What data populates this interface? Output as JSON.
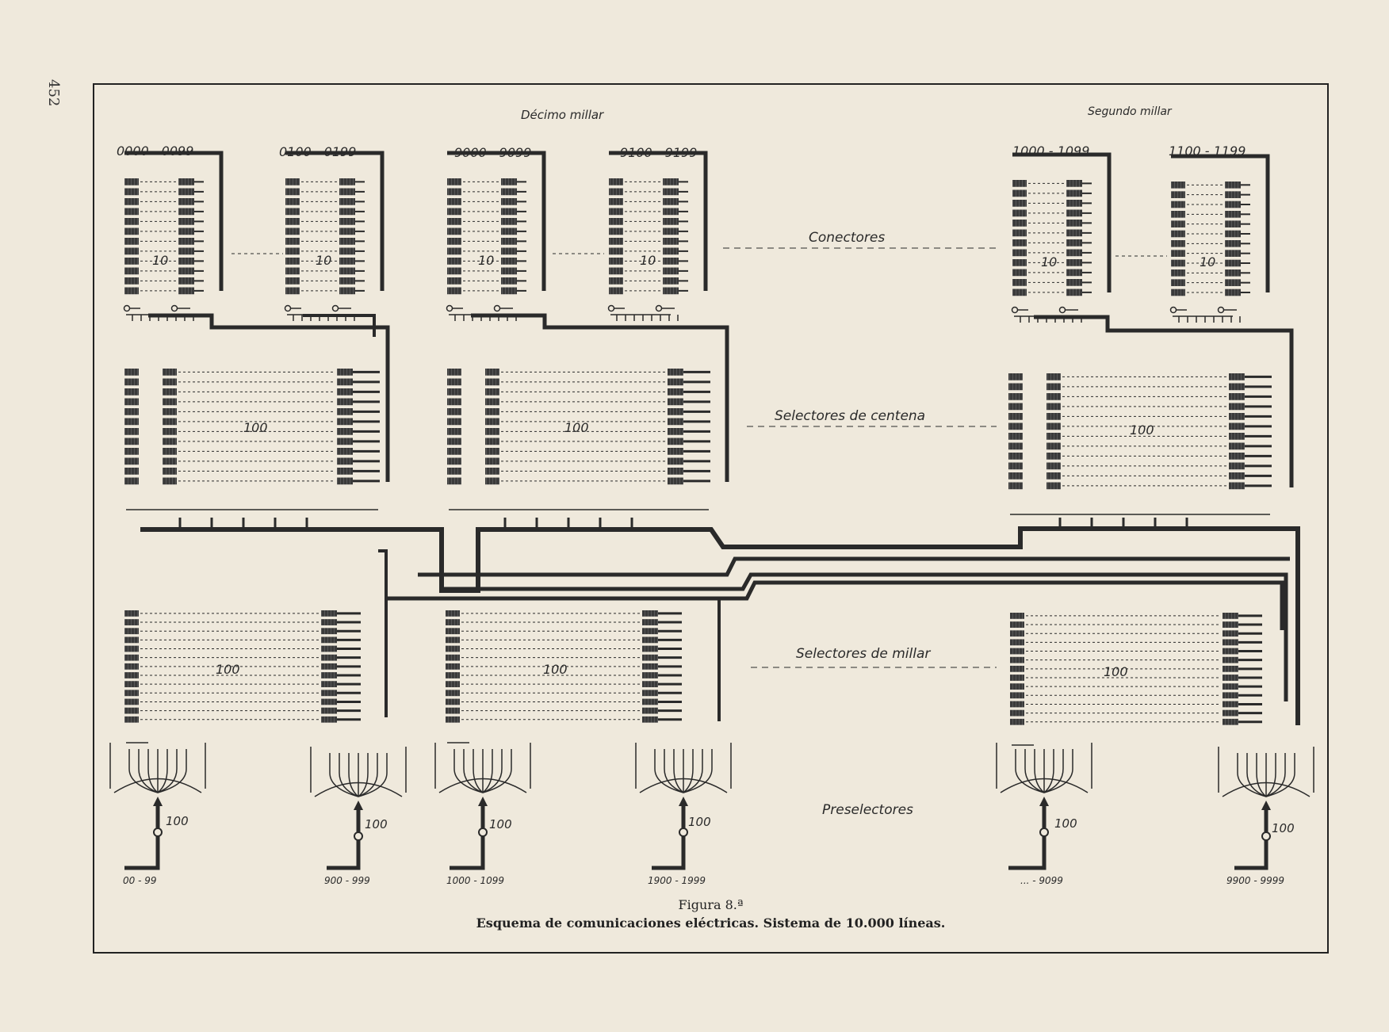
{
  "page_number": "452",
  "headers": {
    "tenth_thousand": "Décimo millar",
    "second_thousand": "Segundo millar"
  },
  "connector_groups": [
    {
      "range": "0000 - 0099",
      "count": "10"
    },
    {
      "range": "0100 - 0199",
      "count": "10"
    },
    {
      "range": "9000 - 9099",
      "count": "10"
    },
    {
      "range": "9100 - 9199",
      "count": "10"
    },
    {
      "range": "1000 - 1099",
      "count": "10"
    },
    {
      "range": "1100 - 1199",
      "count": "10"
    }
  ],
  "stages": {
    "connectors": "Conectores",
    "hundred_selectors": "Selectores de centena",
    "thousand_selectors": "Selectores de millar",
    "preselectors": "Preselectores"
  },
  "hundred_selector_groups": [
    {
      "count": "100"
    },
    {
      "count": "100"
    },
    {
      "count": "100"
    }
  ],
  "thousand_selector_groups": [
    {
      "count": "100"
    },
    {
      "count": "100"
    },
    {
      "count": "100"
    }
  ],
  "preselector_groups": [
    {
      "count": "100",
      "range": "00 - 99"
    },
    {
      "count": "100",
      "range": "900 - 999"
    },
    {
      "count": "100",
      "range": "1000 - 1099"
    },
    {
      "count": "100",
      "range": "1900 - 1999"
    },
    {
      "count": "100",
      "range": "... - 9099"
    },
    {
      "count": "100",
      "range": "9900 - 9999"
    }
  ],
  "figure_title": "Figura 8.ª",
  "figure_caption": "Esquema de comunicaciones eléctricas. Sistema de 10.000 líneas.",
  "colors": {
    "paper": "#efe9dc",
    "ink": "#2a2a2a"
  }
}
